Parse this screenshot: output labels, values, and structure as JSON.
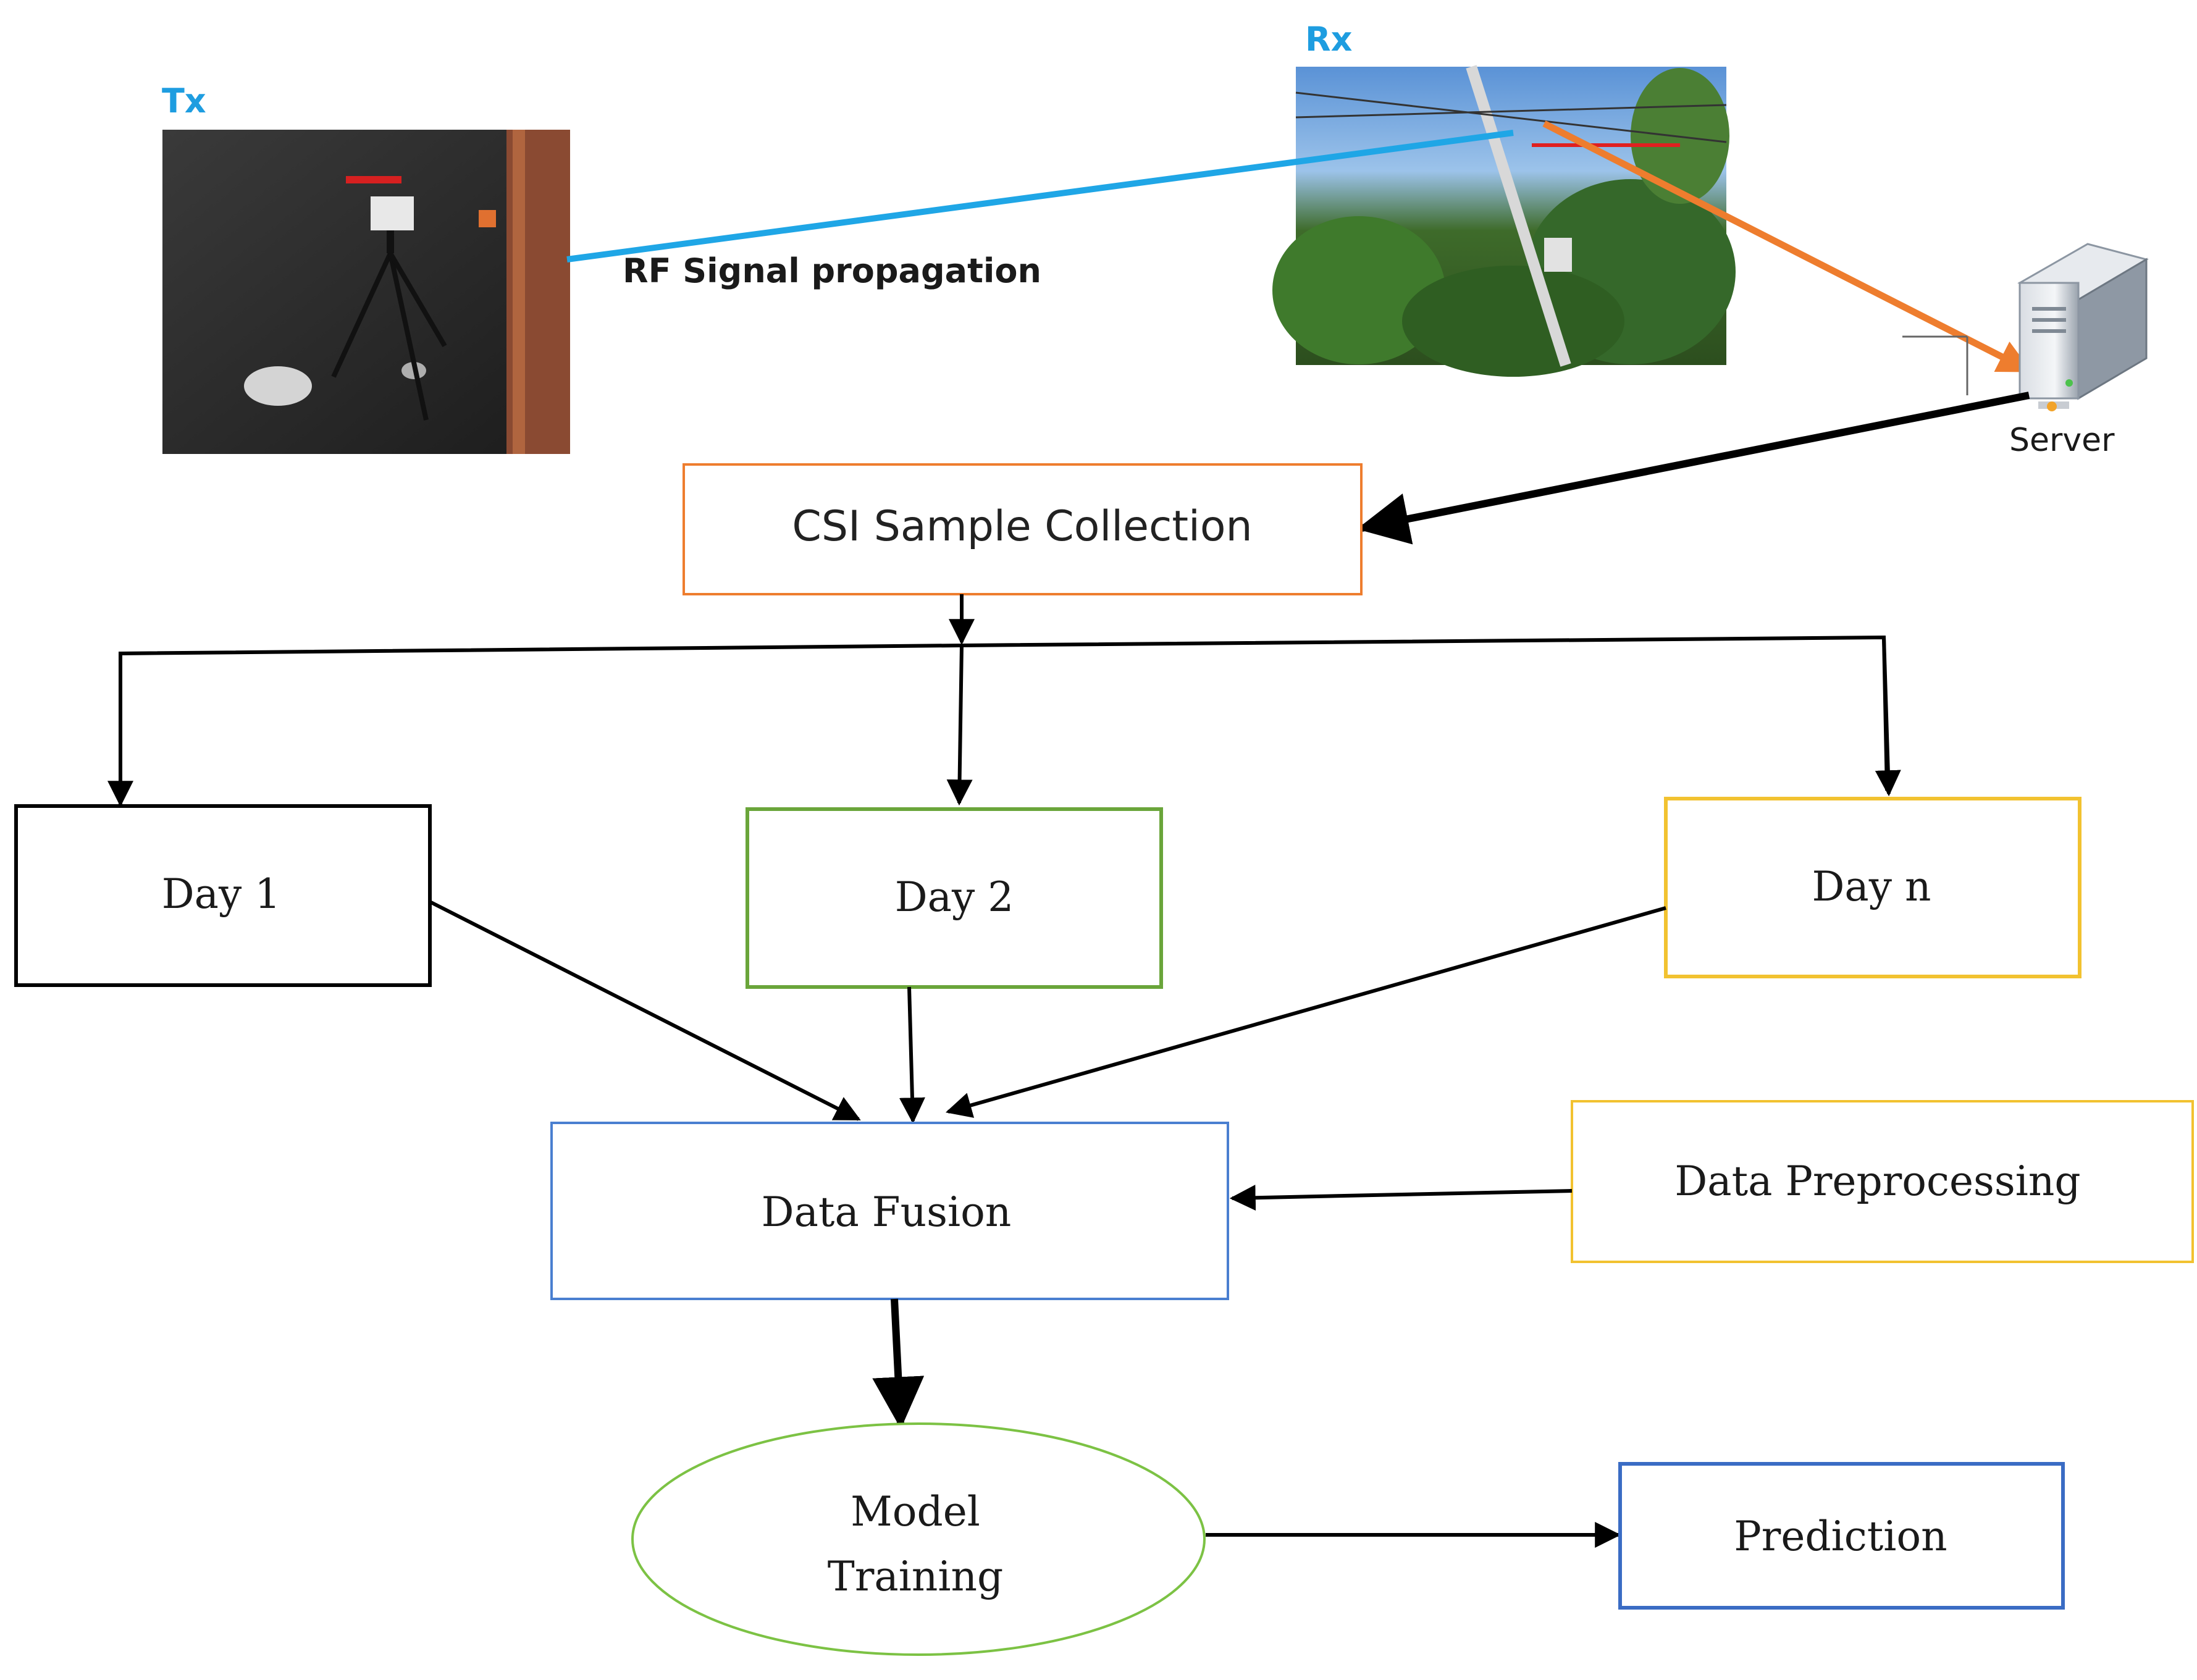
{
  "colors": {
    "tx_label": "#1e9de0",
    "rx_label": "#1e9de0",
    "rf_line": "#1fa6e6",
    "orange_arrow": "#ee7d2e",
    "csi_border": "#ee7d2e",
    "day1_border": "#000000",
    "day2_border": "#6aa53a",
    "dayn_border": "#f2c230",
    "fusion_border": "#4a7fd0",
    "preproc_border": "#f2c230",
    "model_border": "#7cc244",
    "prediction_border": "#3a6cc4"
  },
  "labels": {
    "tx": "Tx",
    "rx": "Rx",
    "rf": "RF Signal propagation",
    "server": "Server"
  },
  "nodes": {
    "csi": "CSI Sample Collection",
    "day1": "Day 1",
    "day2": "Day 2",
    "dayn": "Day n",
    "fusion": "Data Fusion",
    "preprocessing": "Data Preprocessing",
    "model_line1": "Model",
    "model_line2": "Training",
    "prediction": "Prediction"
  },
  "icons": {
    "tx_photo": "tripod-transmitter-photo",
    "rx_photo": "pole-receiver-photo",
    "server": "server-tower-icon"
  }
}
